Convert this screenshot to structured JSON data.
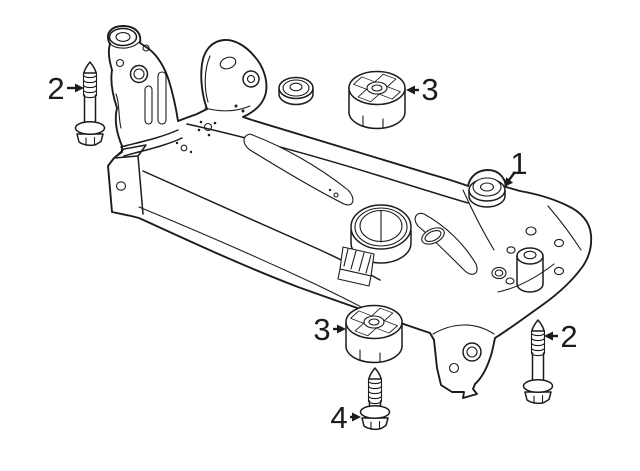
{
  "colors": {
    "background": "#ffffff",
    "line": "#1f1b1a"
  },
  "diagram_subject": "suspension-crossmember-assembly",
  "callouts": {
    "c1": {
      "label": "1",
      "points_to": "crossmember-body",
      "arrow_direction": "down-left"
    },
    "c2_upper": {
      "label": "2",
      "points_to": "bolt-top-left",
      "arrow_direction": "right"
    },
    "c3_upper": {
      "label": "3",
      "points_to": "bushing-top",
      "arrow_direction": "left"
    },
    "c3_lower": {
      "label": "3",
      "points_to": "bushing-bottom",
      "arrow_direction": "right"
    },
    "c2_lower": {
      "label": "2",
      "points_to": "bolt-bottom-right",
      "arrow_direction": "left"
    },
    "c4": {
      "label": "4",
      "points_to": "bolt-bottom-center",
      "arrow_direction": "right"
    }
  }
}
